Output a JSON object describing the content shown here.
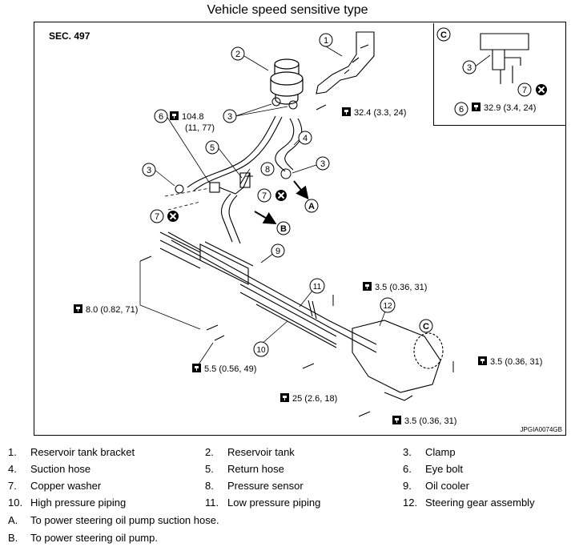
{
  "title": "Vehicle speed sensitive type",
  "section": "SEC. 497",
  "figure_code": "JPGIA0074GB",
  "inset_label": "C",
  "callouts": [
    "1",
    "2",
    "3",
    "4",
    "5",
    "6",
    "7",
    "8",
    "9",
    "10",
    "11",
    "12"
  ],
  "letters": [
    "A",
    "B",
    "C"
  ],
  "torques": {
    "t_eye_bolt": "104.8",
    "t_eye_bolt_sub": "(11, 77)",
    "t_bracket": "32.4 (3.3, 24)",
    "t_inset": "32.9 (3.4, 24)",
    "t_low_right": "3.5 (0.36, 31)",
    "t_right": "3.5 (0.36, 31)",
    "t_bottom": "3.5 (0.36, 31)",
    "t_left": "8.0 (0.82, 71)",
    "t_55": "5.5 (0.56, 49)",
    "t_25": "25 (2.6, 18)"
  },
  "legend": [
    {
      "num": "1.",
      "text": "Reservoir tank bracket"
    },
    {
      "num": "2.",
      "text": "Reservoir tank"
    },
    {
      "num": "3.",
      "text": "Clamp"
    },
    {
      "num": "4.",
      "text": "Suction hose"
    },
    {
      "num": "5.",
      "text": "Return hose"
    },
    {
      "num": "6.",
      "text": "Eye bolt"
    },
    {
      "num": "7.",
      "text": "Copper washer"
    },
    {
      "num": "8.",
      "text": "Pressure sensor"
    },
    {
      "num": "9.",
      "text": "Oil cooler"
    },
    {
      "num": "10.",
      "text": "High pressure piping"
    },
    {
      "num": "11.",
      "text": "Low pressure piping"
    },
    {
      "num": "12.",
      "text": "Steering gear assembly"
    }
  ],
  "notes": [
    {
      "num": "A.",
      "text": "To power steering oil pump suction hose."
    },
    {
      "num": "B.",
      "text": "To power steering oil pump."
    }
  ]
}
